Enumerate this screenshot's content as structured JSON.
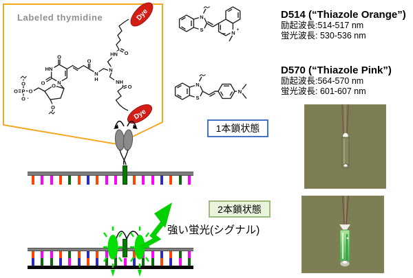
{
  "callout": {
    "label": "Labeled thymidine"
  },
  "dye_badge": "Dye",
  "dye_info": [
    {
      "name": "D514 (“Thiazole Orange”)",
      "excitation": "励起波長:514-517 nm",
      "emission": "蛍光波長: 530-536 nm"
    },
    {
      "name": "D570 (“Thiazole  Pink”)",
      "excitation": "励起波長:564-570 nm",
      "emission": "蛍光波長: 601-607 nm"
    }
  ],
  "states": {
    "single": "1本鎖状態",
    "double": "2本鎖状態"
  },
  "signal_text": "強い蛍光(シグナル)",
  "atoms": {
    "orange_dye": {
      "n_ring": "N",
      "s": "S",
      "n_plus": "N",
      "plus": "+"
    },
    "pink_dye": {
      "n_ring": "N",
      "s": "S",
      "n_amine": "N"
    },
    "thymidine": {
      "hn_ring": "HN",
      "o_ring_top": "O",
      "o_ring_left": "O",
      "n_ring": "N",
      "o_amide1": "O",
      "n_amide1": "N",
      "h_amide1": "H",
      "n_branch": "N",
      "hn_amide2": "HN",
      "o_amide2": "O",
      "nh_amide3": "NH",
      "o_amide3": "O",
      "o_sugar": "O",
      "o_p_right": "O",
      "p": "P",
      "o_p_left": "O",
      "o_p_top": "O",
      "o_p_bottom": "O",
      "minus": "-",
      "o_3prime": "O"
    }
  },
  "strands": {
    "tick_colors": {
      "orange": "#FF4500",
      "magenta": "#FF00FF",
      "green": "#0A6B0A",
      "blue": "#2A2ACC",
      "center": "#067806"
    },
    "single": [
      "orange",
      "magenta",
      "magenta",
      "orange",
      "green",
      "orange",
      "blue",
      "orange",
      "magenta",
      "magenta",
      "center",
      "orange",
      "magenta",
      "magenta",
      "blue",
      "orange",
      "green",
      "magenta"
    ],
    "double_top": [
      "orange",
      "magenta",
      "magenta",
      "orange",
      "green",
      "orange",
      "blue",
      "orange",
      "magenta",
      "magenta",
      "center",
      "orange",
      "magenta",
      "magenta",
      "blue",
      "orange",
      "green",
      "magenta"
    ],
    "double_bottom": [
      "blue",
      "green",
      "green",
      "blue",
      "magenta",
      "blue",
      "orange",
      "blue",
      "green",
      "green",
      "magenta",
      "blue",
      "green",
      "green",
      "orange",
      "blue",
      "magenta",
      "green"
    ]
  },
  "colors": {
    "callout_border": "#F5A623",
    "dye_red": "#D21E14",
    "glow_green": "#00DF00",
    "bolt_green": "#00CF00",
    "photo_olive": "#7D7D53"
  }
}
